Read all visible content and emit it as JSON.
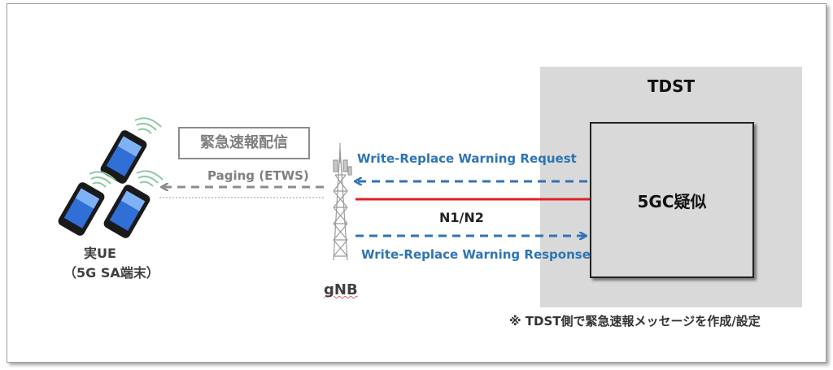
{
  "tdst": {
    "title": "TDST",
    "core_label": "5GC疑似"
  },
  "links": {
    "request": "Write-Replace Warning Request",
    "response": "Write-Replace Warning Response",
    "interface": "N1/N2",
    "paging": "Paging (ETWS)"
  },
  "badge": "緊急速報配信",
  "gnb": {
    "label": "gNB"
  },
  "ue": {
    "line1": "実UE",
    "line2": "（5G SA端末）"
  },
  "note": "※ TDST側で緊急速報メッセージを作成/設定",
  "colors": {
    "blue": "#2e74b5",
    "red": "#e41e26",
    "gray": "#8c8c8c",
    "box_fill": "#d9d9d9"
  },
  "icons": [
    "smartphone-icon",
    "cell-tower-icon",
    "signal-waves-icon"
  ]
}
